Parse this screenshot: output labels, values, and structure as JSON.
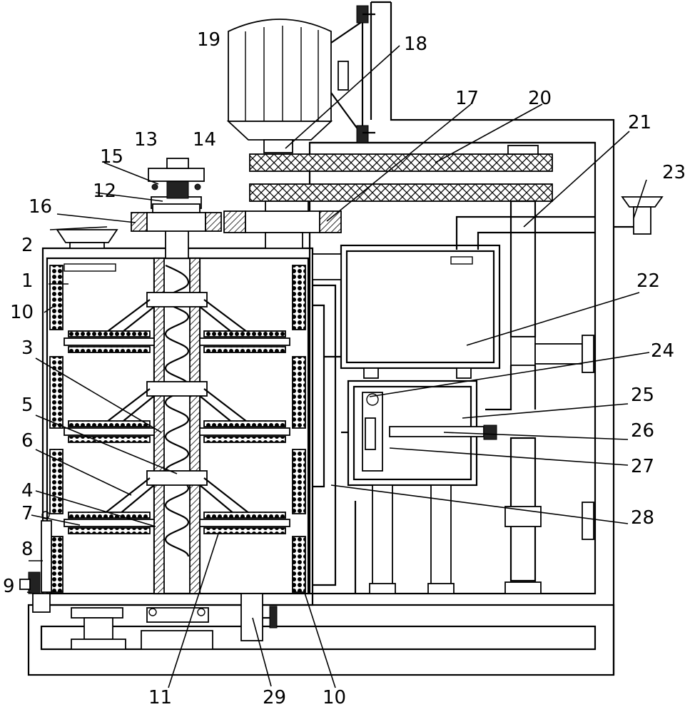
{
  "labels": [
    {
      "id": "1",
      "text": "1"
    },
    {
      "id": "2",
      "text": "2"
    },
    {
      "id": "3",
      "text": "3"
    },
    {
      "id": "4",
      "text": "4"
    },
    {
      "id": "5",
      "text": "5"
    },
    {
      "id": "6",
      "text": "6"
    },
    {
      "id": "7",
      "text": "7"
    },
    {
      "id": "8",
      "text": "8"
    },
    {
      "id": "9",
      "text": "9"
    },
    {
      "id": "10a",
      "text": "10"
    },
    {
      "id": "10b",
      "text": "10"
    },
    {
      "id": "11",
      "text": "11"
    },
    {
      "id": "12",
      "text": "12"
    },
    {
      "id": "13",
      "text": "13"
    },
    {
      "id": "14",
      "text": "14"
    },
    {
      "id": "15",
      "text": "15"
    },
    {
      "id": "16",
      "text": "16"
    },
    {
      "id": "17",
      "text": "17"
    },
    {
      "id": "18",
      "text": "18"
    },
    {
      "id": "19",
      "text": "19"
    },
    {
      "id": "20",
      "text": "20"
    },
    {
      "id": "21",
      "text": "21"
    },
    {
      "id": "22",
      "text": "22"
    },
    {
      "id": "23",
      "text": "23"
    },
    {
      "id": "24",
      "text": "24"
    },
    {
      "id": "25",
      "text": "25"
    },
    {
      "id": "26",
      "text": "26"
    },
    {
      "id": "27",
      "text": "27"
    },
    {
      "id": "28",
      "text": "28"
    },
    {
      "id": "29",
      "text": "29"
    }
  ]
}
